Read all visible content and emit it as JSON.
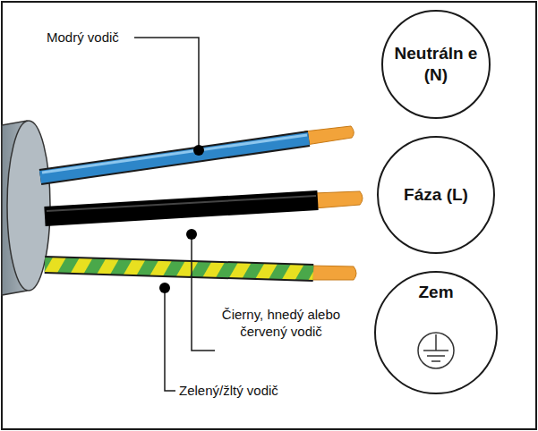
{
  "diagram": {
    "nodes": [
      {
        "text": [
          "Neutráln e (N)"
        ]
      },
      {
        "text": [
          "Fáza (L)"
        ]
      },
      {
        "text": [
          "Zem"
        ]
      }
    ],
    "labels": [
      "Modrý vodič",
      "Čierny, hnedý alebo červený vodič",
      "Zelený/žltý vodič"
    ]
  }
}
